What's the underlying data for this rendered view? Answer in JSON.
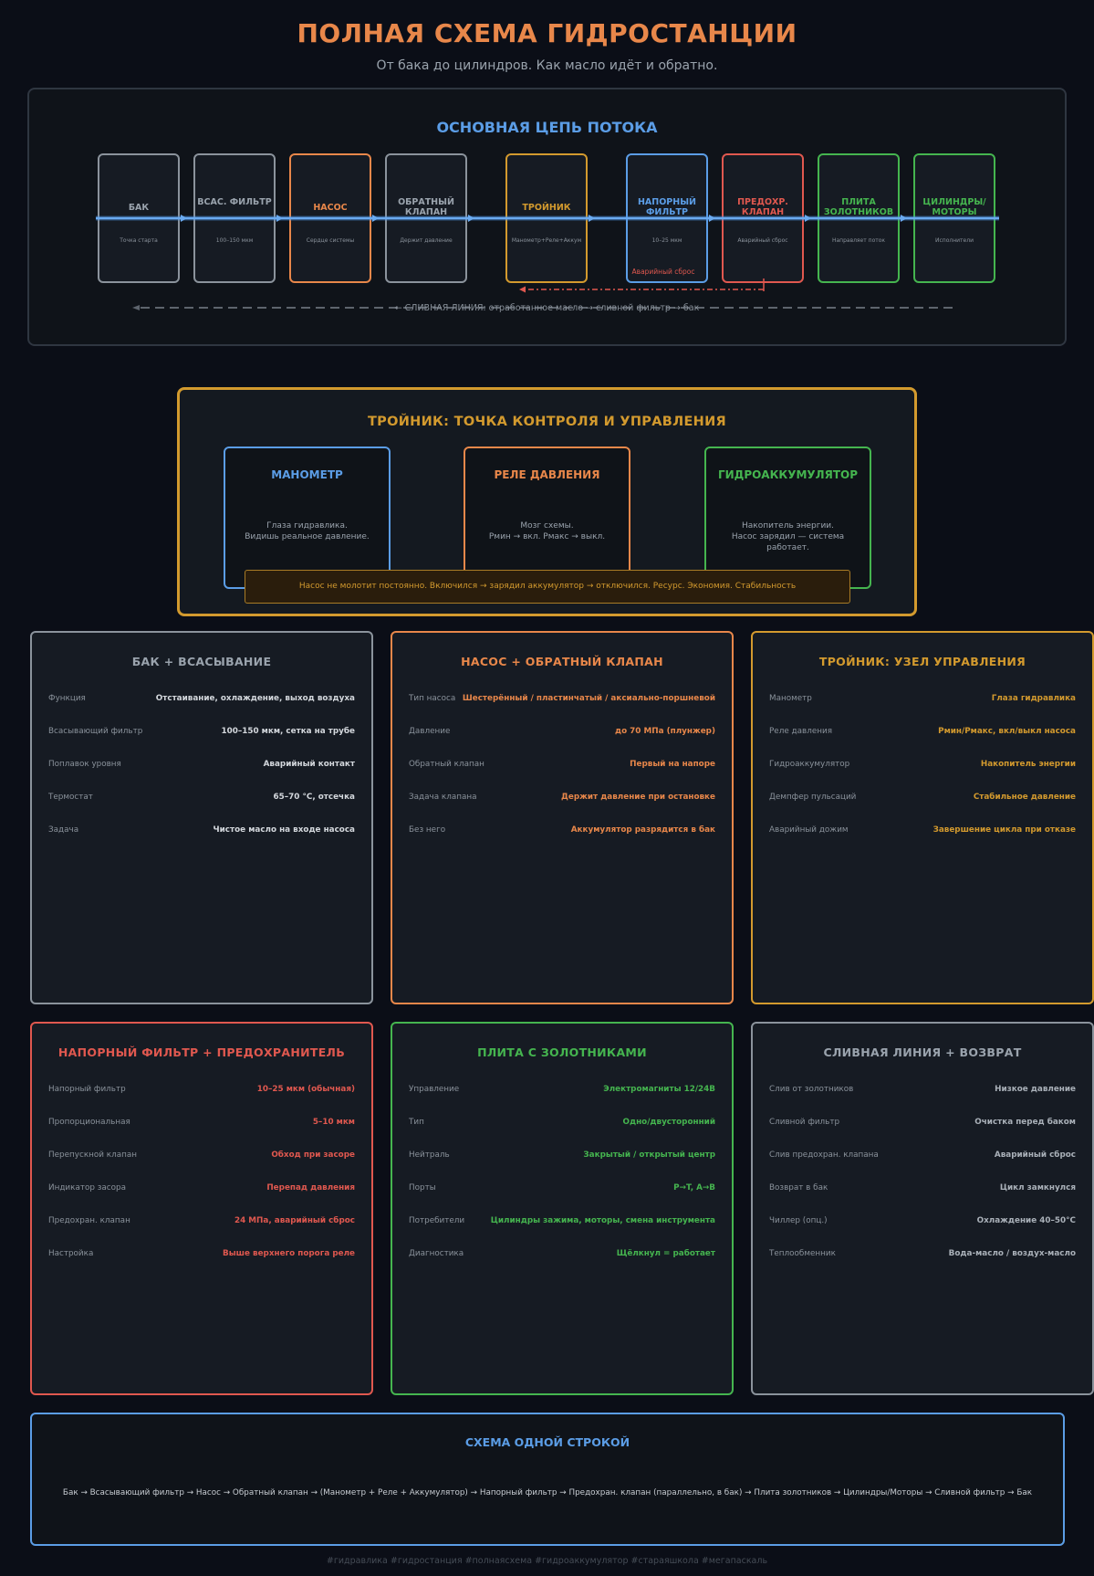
{
  "header": {
    "title": "ПОЛНАЯ СХЕМА ГИДРОСТАНЦИИ",
    "subtitle": "От бака до цилиндров. Как масло идёт и обратно."
  },
  "colors": {
    "accent_orange": "#e8874a",
    "gold": "#d39a2e",
    "blue": "#5b9de6",
    "red": "#e0584f",
    "green": "#45b54f",
    "gray": "#8b939c"
  },
  "flow": {
    "title": "ОСНОВНАЯ ЦЕПЬ ПОТОКА",
    "boxes": [
      {
        "name": "БАК",
        "desc": "Точка старта"
      },
      {
        "name": "ВСАС. ФИЛЬТР",
        "desc": "100–150 мкм"
      },
      {
        "name": "НАСОС",
        "desc": "Сердце системы"
      },
      {
        "name": "ОБРАТНЫЙ КЛАПАН",
        "desc": "Держит давление"
      },
      {
        "name": "ТРОЙНИК",
        "desc": "Манометр+Реле+Аккум"
      },
      {
        "name": "НАПОРНЫЙ ФИЛЬТР",
        "desc": "10–25 мкм"
      },
      {
        "name": "ПРЕДОХР. КЛАПАН",
        "desc": "Аварийный сброс"
      },
      {
        "name": "ПЛИТА ЗОЛОТНИКОВ",
        "desc": "Направляет поток"
      },
      {
        "name": "ЦИЛИНДРЫ/ МОТОРЫ",
        "desc": "Исполнители"
      }
    ],
    "emergency_label": "Аварийный сброс",
    "drain_label": "← СЛИВНАЯ ЛИНИЯ: отработанное масло → сливной фильтр → бак"
  },
  "tee": {
    "title": "ТРОЙНИК: ТОЧКА КОНТРОЛЯ И УПРАВЛЕНИЯ",
    "cards": [
      {
        "title": "МАНОМЕТР",
        "line1": "Глаза гидравлика.",
        "line2": "Видишь реальное давление."
      },
      {
        "title": "РЕЛЕ ДАВЛЕНИЯ",
        "line1": "Мозг схемы.",
        "line2": "Рмин → вкл. Рмакс → выкл."
      },
      {
        "title": "ГИДРОАККУМУЛЯТОР",
        "line1": "Накопитель энергии.",
        "line2": "Насос зарядил — система работает."
      }
    ],
    "banner": "Насос не молотит постоянно. Включился → зарядил аккумулятор → отключился. Ресурс. Экономия. Стабильность"
  },
  "cards": [
    {
      "title": "БАК + ВСАСЫВАНИЕ",
      "rows": [
        {
          "k": "Функция",
          "v": "Отстаивание, охлаждение, выход воздуха"
        },
        {
          "k": "Всасывающий фильтр",
          "v": "100–150 мкм, сетка на трубе"
        },
        {
          "k": "Поплавок уровня",
          "v": "Аварийный контакт"
        },
        {
          "k": "Термостат",
          "v": "65–70 °C, отсечка"
        },
        {
          "k": "Задача",
          "v": "Чистое масло на входе насоса"
        }
      ]
    },
    {
      "title": "НАСОС + ОБРАТНЫЙ КЛАПАН",
      "rows": [
        {
          "k": "Тип насоса",
          "v": "Шестерённый / пластинчатый / аксиально-поршневой"
        },
        {
          "k": "Давление",
          "v": "до 70 МПа (плунжер)"
        },
        {
          "k": "Обратный клапан",
          "v": "Первый на напоре"
        },
        {
          "k": "Задача клапана",
          "v": "Держит давление при остановке"
        },
        {
          "k": "Без него",
          "v": "Аккумулятор разрядится в бак"
        }
      ]
    },
    {
      "title": "ТРОЙНИК: УЗЕЛ УПРАВЛЕНИЯ",
      "rows": [
        {
          "k": "Манометр",
          "v": "Глаза гидравлика"
        },
        {
          "k": "Реле давления",
          "v": "Рмин/Рмакс, вкл/выкл насоса"
        },
        {
          "k": "Гидроаккумулятор",
          "v": "Накопитель энергии"
        },
        {
          "k": "Демпфер пульсаций",
          "v": "Стабильное давление"
        },
        {
          "k": "Аварийный дожим",
          "v": "Завершение цикла при отказе"
        }
      ]
    },
    {
      "title": "НАПОРНЫЙ ФИЛЬТР + ПРЕДОХРАНИТЕЛЬ",
      "rows": [
        {
          "k": "Напорный фильтр",
          "v": "10–25 мкм (обычная)"
        },
        {
          "k": "Пропорциональная",
          "v": "5–10 мкм"
        },
        {
          "k": "Перепускной клапан",
          "v": "Обход при засоре"
        },
        {
          "k": "Индикатор засора",
          "v": "Перепад давления"
        },
        {
          "k": "Предохран. клапан",
          "v": "24 МПа, аварийный сброс"
        },
        {
          "k": "Настройка",
          "v": "Выше верхнего порога реле"
        }
      ]
    },
    {
      "title": "ПЛИТА С ЗОЛОТНИКАМИ",
      "rows": [
        {
          "k": "Управление",
          "v": "Электромагниты 12/24В"
        },
        {
          "k": "Тип",
          "v": "Одно/двусторонний"
        },
        {
          "k": "Нейтраль",
          "v": "Закрытый / открытый центр"
        },
        {
          "k": "Порты",
          "v": "P→T, A→B"
        },
        {
          "k": "Потребители",
          "v": "Цилиндры зажима, моторы, смена инструмента"
        },
        {
          "k": "Диагностика",
          "v": "Щёлкнул = работает"
        }
      ]
    },
    {
      "title": "СЛИВНАЯ ЛИНИЯ + ВОЗВРАТ",
      "rows": [
        {
          "k": "Слив от золотников",
          "v": "Низкое давление"
        },
        {
          "k": "Сливной фильтр",
          "v": "Очистка перед баком"
        },
        {
          "k": "Слив предохран. клапана",
          "v": "Аварийный сброс"
        },
        {
          "k": "Возврат в бак",
          "v": "Цикл замкнулся"
        },
        {
          "k": "Чиллер (опц.)",
          "v": "Охлаждение 40–50°C"
        },
        {
          "k": "Теплообменник",
          "v": "Вода-масло / воздух-масло"
        }
      ]
    }
  ],
  "summary": {
    "title": "СХЕМА ОДНОЙ СТРОКОЙ",
    "text": "Бак → Всасывающий фильтр → Насос → Обратный клапан → (Манометр + Реле + Аккумулятор) → Напорный фильтр → Предохран. клапан (параллельно, в бак) → Плита золотников → Цилиндры/Моторы → Сливной фильтр → Бак"
  },
  "tags": "#гидравлика #гидростанция #полнаясхема #гидроаккумулятор #стараяшкола #мегапаскаль"
}
